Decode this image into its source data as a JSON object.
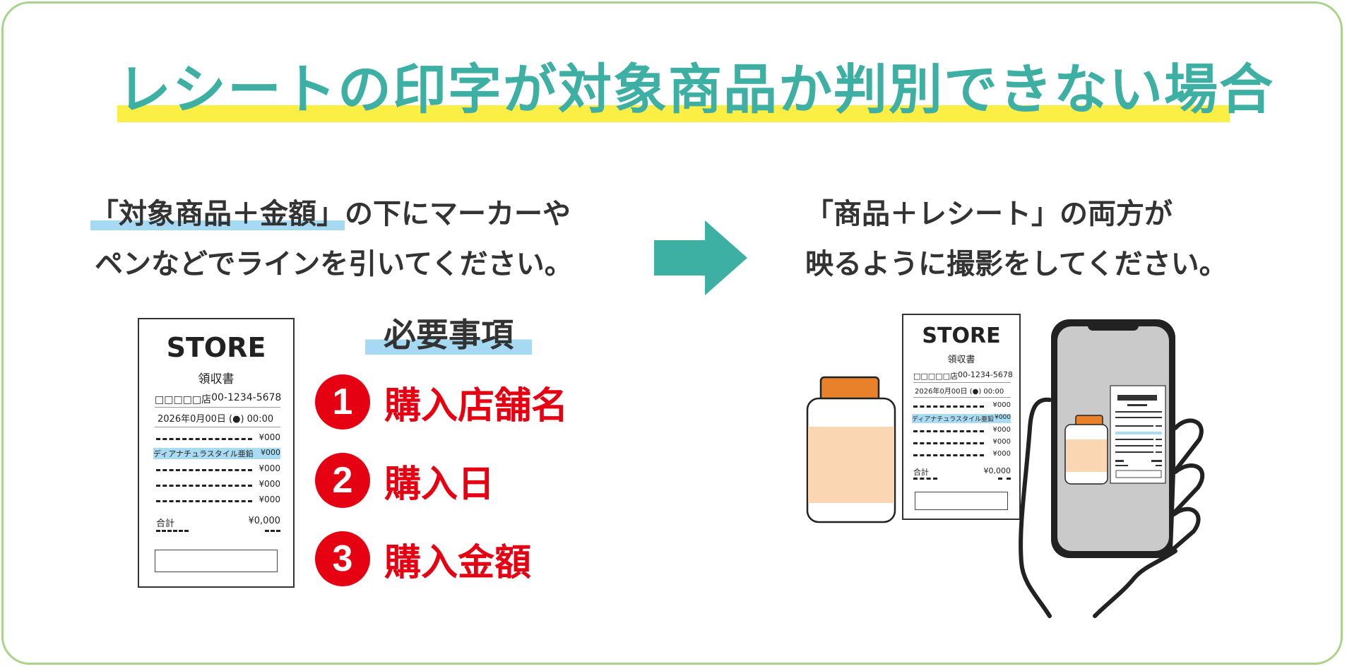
{
  "title": "レシートの印字が対象商品か判別できない場合",
  "left_instruction": {
    "line1_highlight": "「対象商品＋金額」",
    "line1_rest": "の下にマーカーや",
    "line2": "ペンなどでラインを引いてください。"
  },
  "right_instruction": {
    "line1": "「商品＋レシート」の両方が",
    "line2": "映るように撮影をしてください。"
  },
  "receipt": {
    "store": "STORE",
    "doc_title": "領収書",
    "shop_name": "□□□□□店",
    "phone": "00-1234-5678",
    "datetime": "2026年0月00日 (●) 00:00",
    "items": [
      {
        "name": "",
        "price": "¥000"
      },
      {
        "name": "ディアナチュラスタイル亜鉛",
        "price": "¥000"
      },
      {
        "name": "",
        "price": "¥000"
      },
      {
        "name": "",
        "price": "¥000"
      },
      {
        "name": "",
        "price": "¥000"
      }
    ],
    "total_label": "合計",
    "total_value": "¥0,000"
  },
  "required": {
    "title": "必要事項",
    "items": [
      {
        "num": "1",
        "label": "購入店舗名"
      },
      {
        "num": "2",
        "label": "購入日"
      },
      {
        "num": "3",
        "label": "購入金額"
      }
    ]
  },
  "colors": {
    "accent_teal": "#3dafa3",
    "title_band": "#fbee44",
    "marker_blue": "#a6d9f2",
    "required_red": "#e50012",
    "frame_green": "#a9d38a",
    "bottle_cap": "#e8812a",
    "bottle_label": "#fbd6b3",
    "phone_screen": "#c9cac9"
  },
  "icons": [
    "right-arrow-icon",
    "supplement-bottle-icon",
    "smartphone-icon",
    "hand-icon"
  ]
}
